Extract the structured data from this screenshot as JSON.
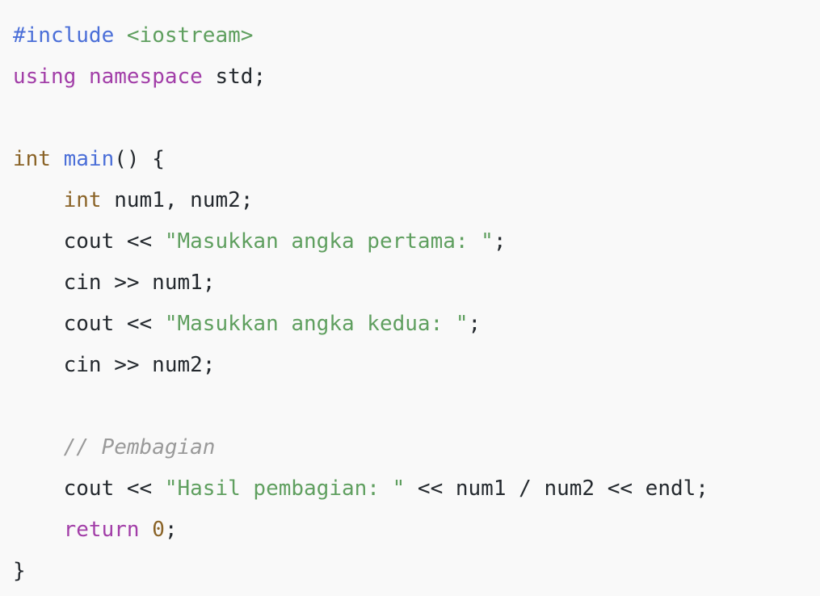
{
  "code": {
    "language": "C++",
    "colors": {
      "background": "#f9f9f9",
      "preprocessor": "#4b6fd8",
      "header": "#5f9f5f",
      "keyword": "#a23ea8",
      "type": "#8a6327",
      "function": "#4b6fd8",
      "string": "#5f9f5f",
      "number": "#8a6327",
      "comment": "#9a9a9a",
      "plain": "#24292e"
    },
    "lines": [
      [
        {
          "t": "preproc",
          "v": "#include"
        },
        {
          "t": "plain",
          "v": " "
        },
        {
          "t": "header",
          "v": "<iostream>"
        }
      ],
      [
        {
          "t": "keyword",
          "v": "using"
        },
        {
          "t": "plain",
          "v": " "
        },
        {
          "t": "keyword",
          "v": "namespace"
        },
        {
          "t": "plain",
          "v": " std;"
        }
      ],
      [],
      [
        {
          "t": "type",
          "v": "int"
        },
        {
          "t": "plain",
          "v": " "
        },
        {
          "t": "func",
          "v": "main"
        },
        {
          "t": "plain",
          "v": "() {"
        }
      ],
      [
        {
          "t": "plain",
          "v": "    "
        },
        {
          "t": "type",
          "v": "int"
        },
        {
          "t": "plain",
          "v": " num1, num2;"
        }
      ],
      [
        {
          "t": "plain",
          "v": "    cout << "
        },
        {
          "t": "string",
          "v": "\"Masukkan angka pertama: \""
        },
        {
          "t": "plain",
          "v": ";"
        }
      ],
      [
        {
          "t": "plain",
          "v": "    cin >> num1;"
        }
      ],
      [
        {
          "t": "plain",
          "v": "    cout << "
        },
        {
          "t": "string",
          "v": "\"Masukkan angka kedua: \""
        },
        {
          "t": "plain",
          "v": ";"
        }
      ],
      [
        {
          "t": "plain",
          "v": "    cin >> num2;"
        }
      ],
      [],
      [
        {
          "t": "plain",
          "v": "    "
        },
        {
          "t": "comment",
          "v": "// Pembagian"
        }
      ],
      [
        {
          "t": "plain",
          "v": "    cout << "
        },
        {
          "t": "string",
          "v": "\"Hasil pembagian: \""
        },
        {
          "t": "plain",
          "v": " << num1 / num2 << endl;"
        }
      ],
      [
        {
          "t": "plain",
          "v": "    "
        },
        {
          "t": "keyword",
          "v": "return"
        },
        {
          "t": "plain",
          "v": " "
        },
        {
          "t": "number",
          "v": "0"
        },
        {
          "t": "plain",
          "v": ";"
        }
      ],
      [
        {
          "t": "plain",
          "v": "}"
        }
      ]
    ]
  }
}
